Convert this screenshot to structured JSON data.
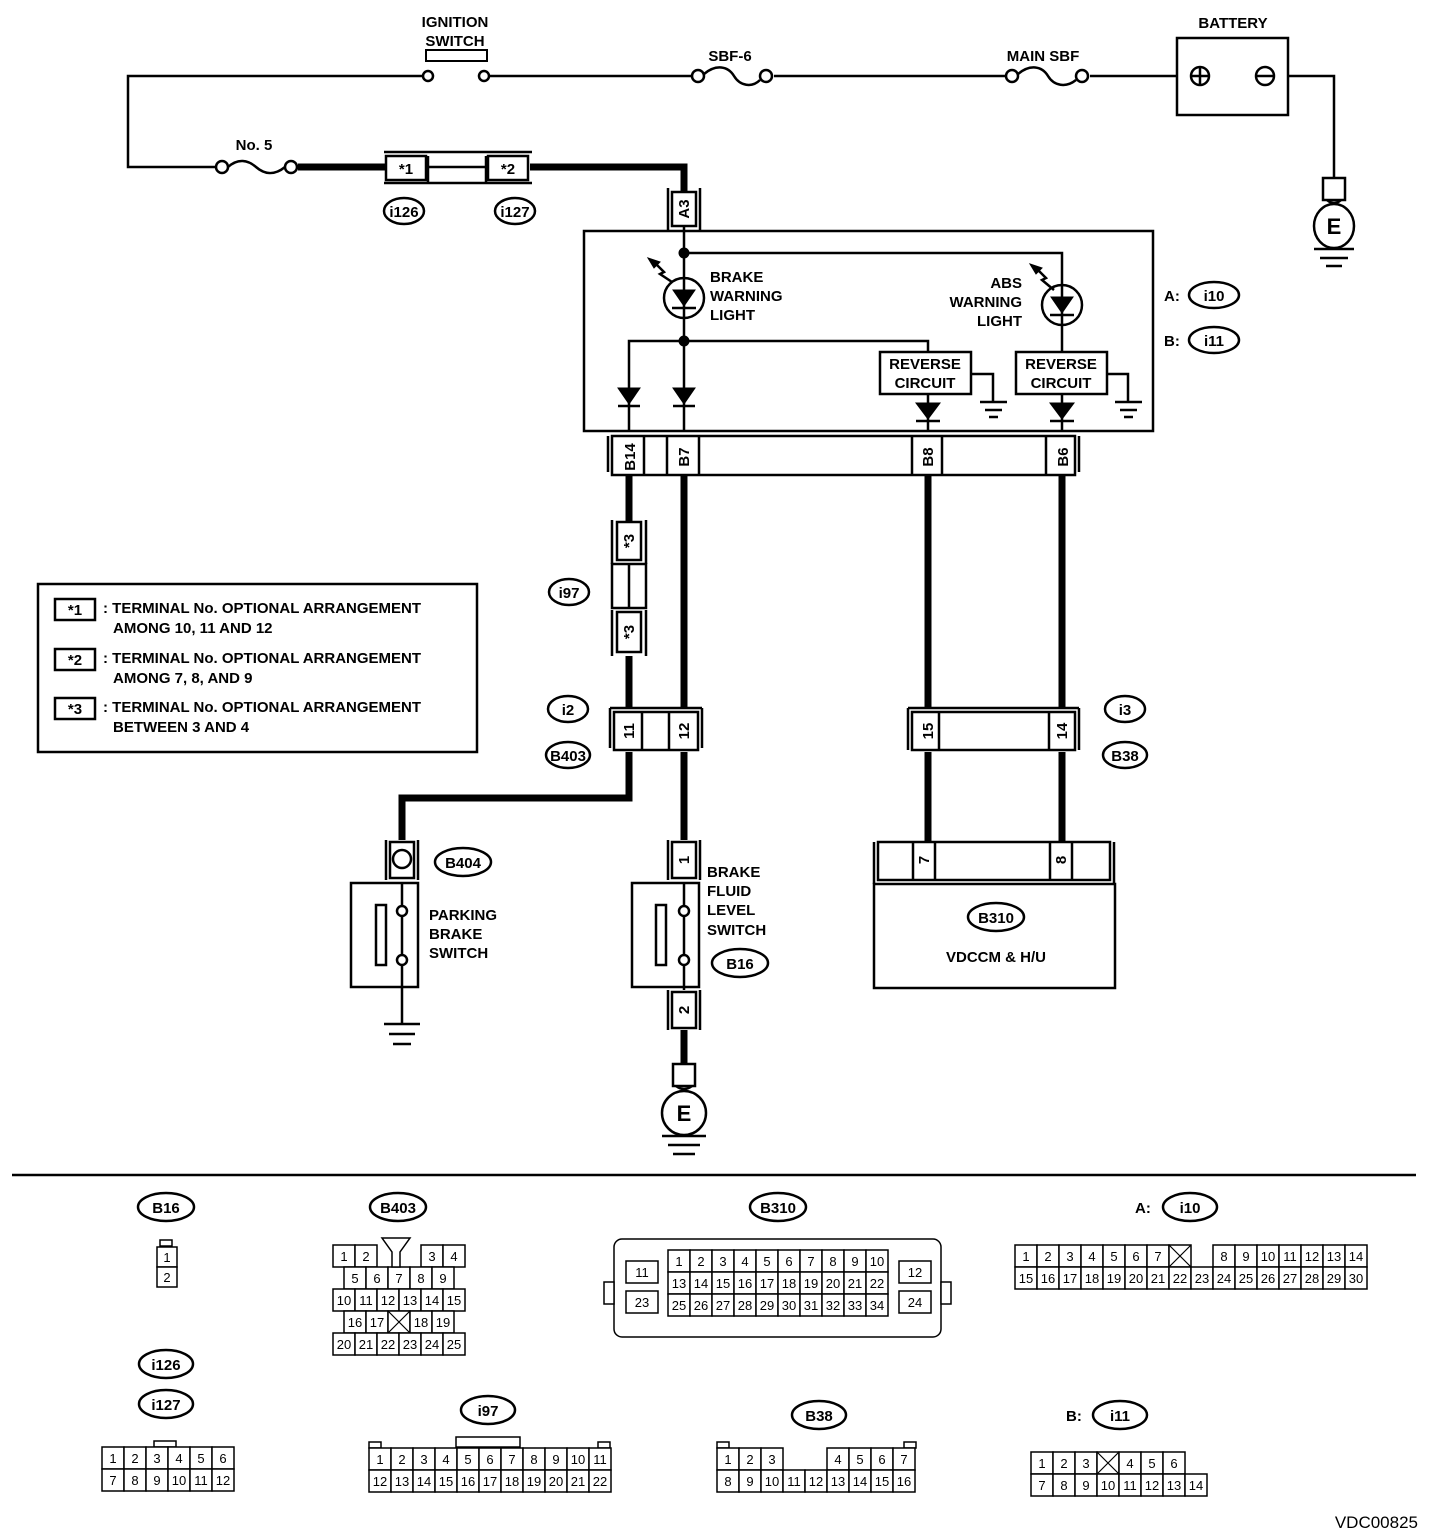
{
  "diagram": {
    "code": "VDC00825",
    "components": {
      "ignition_switch": [
        "IGNITION",
        "SWITCH"
      ],
      "sbf6": "SBF-6",
      "main_sbf": "MAIN SBF",
      "battery": "BATTERY",
      "fuse_no5": "No. 5",
      "brake_warning_light": [
        "BRAKE",
        "WARNING",
        "LIGHT"
      ],
      "abs_warning_light": [
        "ABS",
        "WARNING",
        "LIGHT"
      ],
      "reverse_circuit": [
        "REVERSE",
        "CIRCUIT"
      ],
      "parking_brake_switch": [
        "PARKING",
        "BRAKE",
        "SWITCH"
      ],
      "brake_fluid_level_switch": [
        "BRAKE",
        "FLUID",
        "LEVEL",
        "SWITCH"
      ],
      "vdccm": "VDCCM & H/U",
      "ground": "E"
    },
    "connector_ids": {
      "i126": "i126",
      "i127": "i127",
      "i97": "i97",
      "i2": "i2",
      "i3": "i3",
      "B403": "B403",
      "B38": "B38",
      "B404": "B404",
      "B16": "B16",
      "B310": "B310",
      "i10": "i10",
      "i11": "i11",
      "A": "A:",
      "B": "B:"
    },
    "terminals": {
      "star1": "*1",
      "star2": "*2",
      "star3": "*3",
      "A3": "A3",
      "B14": "B14",
      "B7": "B7",
      "B8": "B8",
      "B6": "B6",
      "t11": "11",
      "t12": "12",
      "t15": "15",
      "t14": "14",
      "t7": "7",
      "t8": "8",
      "t1": "1",
      "t2": "2"
    },
    "legend": [
      {
        "mark": "*1",
        "line1": ": TERMINAL No. OPTIONAL ARRANGEMENT",
        "line2": "AMONG 10, 11 AND 12"
      },
      {
        "mark": "*2",
        "line1": ": TERMINAL No. OPTIONAL ARRANGEMENT",
        "line2": "AMONG 7, 8, AND 9"
      },
      {
        "mark": "*3",
        "line1": ": TERMINAL No. OPTIONAL ARRANGEMENT",
        "line2": "BETWEEN 3 AND 4"
      }
    ],
    "connector_views": {
      "B16": {
        "rows": [
          [
            "1"
          ],
          [
            "2"
          ]
        ]
      },
      "B403": {
        "rows": [
          [
            "1",
            "2",
            "",
            "",
            "3",
            "4"
          ],
          [
            "5",
            "6",
            "7",
            "8",
            "9"
          ],
          [
            "10",
            "11",
            "12",
            "13",
            "14",
            "15"
          ],
          [
            "16",
            "17",
            "X",
            "18",
            "19"
          ],
          [
            "20",
            "21",
            "22",
            "23",
            "24",
            "25"
          ]
        ]
      },
      "B310": {
        "left": [
          "11",
          "23"
        ],
        "right": [
          "12",
          "24"
        ],
        "rows": [
          [
            "1",
            "2",
            "3",
            "4",
            "5",
            "6",
            "7",
            "8",
            "9",
            "10"
          ],
          [
            "13",
            "14",
            "15",
            "16",
            "17",
            "18",
            "19",
            "20",
            "21",
            "22"
          ],
          [
            "25",
            "26",
            "27",
            "28",
            "29",
            "30",
            "31",
            "32",
            "33",
            "34"
          ]
        ]
      },
      "i10": {
        "rows": [
          [
            "1",
            "2",
            "3",
            "4",
            "5",
            "6",
            "7",
            "X",
            "",
            "8",
            "9",
            "10",
            "11",
            "12",
            "13",
            "14"
          ],
          [
            "15",
            "16",
            "17",
            "18",
            "19",
            "20",
            "21",
            "22",
            "23",
            "24",
            "25",
            "26",
            "27",
            "28",
            "29",
            "30"
          ]
        ]
      },
      "i126_i127": {
        "rows": [
          [
            "1",
            "2",
            "3",
            "4",
            "5",
            "6"
          ],
          [
            "7",
            "8",
            "9",
            "10",
            "11",
            "12"
          ]
        ]
      },
      "i97": {
        "rows": [
          [
            "1",
            "2",
            "3",
            "4",
            "5",
            "6",
            "7",
            "8",
            "9",
            "10",
            "11"
          ],
          [
            "12",
            "13",
            "14",
            "15",
            "16",
            "17",
            "18",
            "19",
            "20",
            "21",
            "22"
          ]
        ]
      },
      "B38": {
        "rows": [
          [
            "1",
            "2",
            "3",
            "",
            "",
            "4",
            "5",
            "6",
            "7"
          ],
          [
            "8",
            "9",
            "10",
            "11",
            "12",
            "13",
            "14",
            "15",
            "16"
          ]
        ]
      },
      "i11": {
        "rows": [
          [
            "1",
            "2",
            "3",
            "X",
            "4",
            "5",
            "6"
          ],
          [
            "7",
            "8",
            "9",
            "10",
            "11",
            "12",
            "13",
            "14"
          ]
        ]
      }
    }
  }
}
